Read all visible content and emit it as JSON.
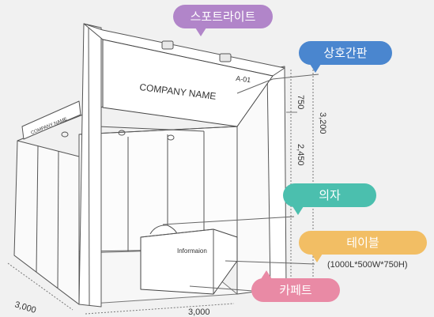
{
  "callouts": {
    "spotlight": "스포트라이트",
    "signboard": "상호간판",
    "chair": "의자",
    "table": "테이블",
    "carpet": "카페트"
  },
  "table_spec": "(1000L*500W*750H)",
  "signboard": {
    "company_name": "COMPANY NAME",
    "booth_number": "A-01"
  },
  "side_fascia_text": "COMPANY NAME",
  "table_text": "Informaion",
  "dimensions": {
    "fascia_height": "750",
    "wall_height": "2,450",
    "total_height": "3,200",
    "width_left": "3,000",
    "width_front": "3,000"
  },
  "colors": {
    "spotlight": "#b185c9",
    "signboard": "#4a86cf",
    "chair": "#4bbfae",
    "table": "#f2be64",
    "carpet": "#e98aa5"
  }
}
